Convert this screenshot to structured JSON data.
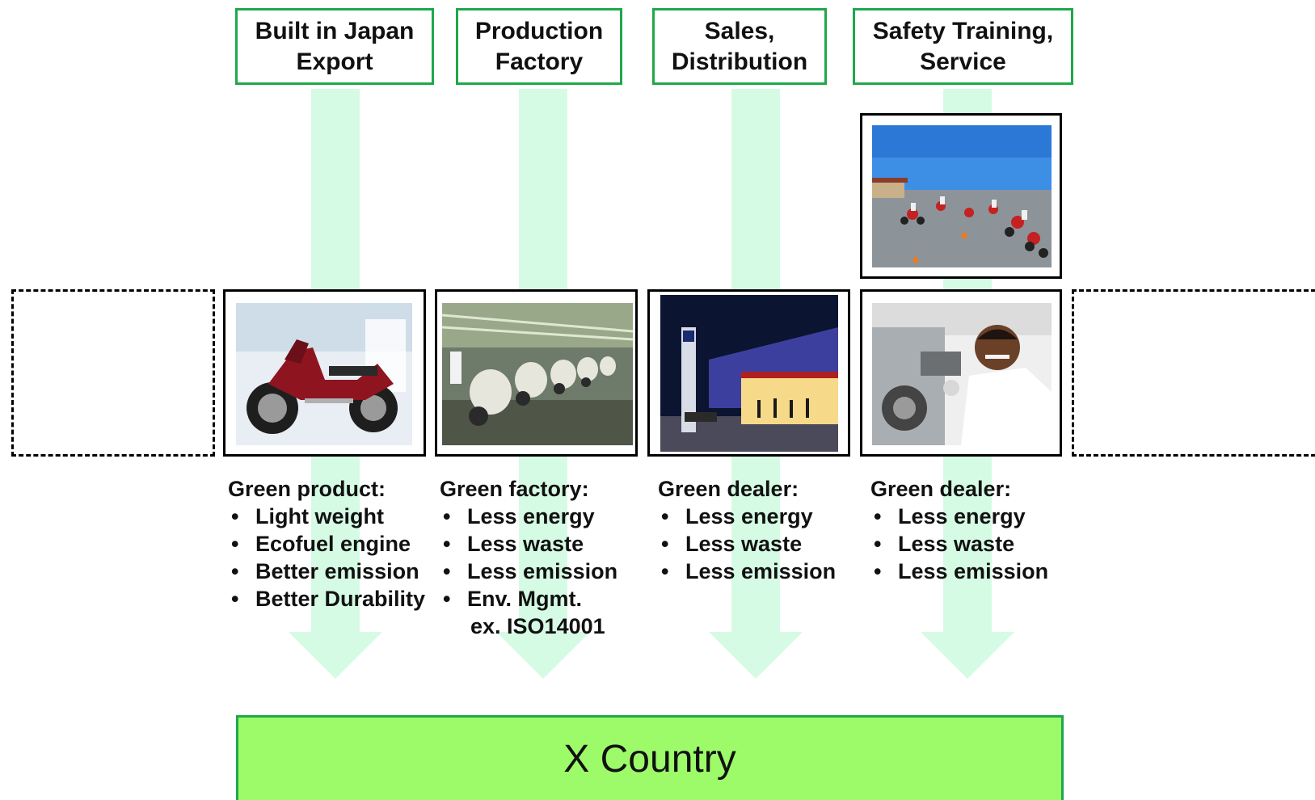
{
  "headers": [
    {
      "label": "Built in Japan\nExport"
    },
    {
      "label": "Production\nFactory"
    },
    {
      "label": "Sales,\nDistribution"
    },
    {
      "label": "Safety Training,\nService"
    }
  ],
  "images": {
    "product": "red scooter motorcycle",
    "factory": "motorcycle assembly line",
    "dealer": "dealership storefront at night",
    "service": "mechanic servicing motorcycle",
    "training": "motorcycle safety training course"
  },
  "columns": [
    {
      "title": "Green product:",
      "items": [
        "Light weight",
        "Ecofuel engine",
        "Better emission",
        "Better Durability"
      ],
      "extra": ""
    },
    {
      "title": "Green factory:",
      "items": [
        "Less energy",
        "Less waste",
        "Less emission",
        "Env. Mgmt."
      ],
      "extra": "ex. ISO14001"
    },
    {
      "title": "Green dealer:",
      "items": [
        "Less energy",
        "Less waste",
        "Less emission"
      ],
      "extra": ""
    },
    {
      "title": "Green dealer:",
      "items": [
        "Less energy",
        "Less waste",
        "Less emission"
      ],
      "extra": ""
    }
  ],
  "country": {
    "label": "X Country"
  },
  "colors": {
    "arrow": "#d6fbe4",
    "header_border": "#1fa84a",
    "country_fill": "#9dfb6a"
  }
}
